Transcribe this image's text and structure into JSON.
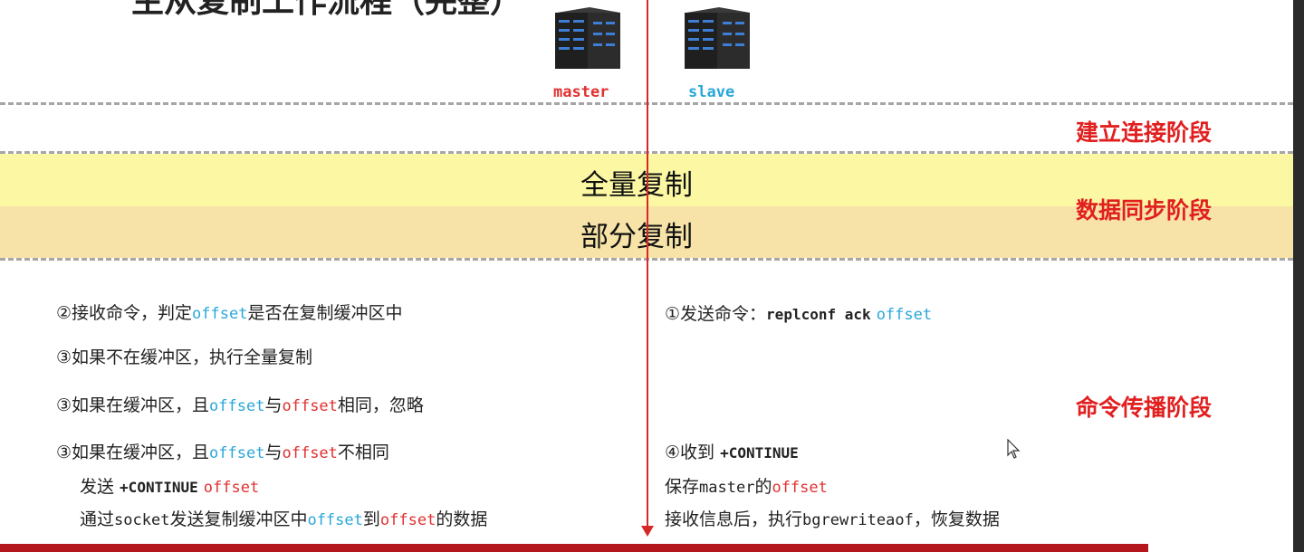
{
  "title": "主从复制工作流程（完整）",
  "servers": {
    "master": "master",
    "slave": "slave"
  },
  "bands": {
    "full": "全量复制",
    "partial": "部分复制"
  },
  "phases": {
    "connect": "建立连接阶段",
    "sync": "数据同步阶段",
    "propagate": "命令传播阶段"
  },
  "left": {
    "l1": {
      "pre": "②接收命令，判定",
      "offset": "offset",
      "post": "是否在复制缓冲区中"
    },
    "l2": "③如果不在缓冲区，执行全量复制",
    "l3": {
      "pre": "③如果在缓冲区，且",
      "o1": "offset",
      "mid": "与",
      "o2": "offset",
      "post": "相同，忽略"
    },
    "l4": {
      "pre": "③如果在缓冲区，且",
      "o1": "offset",
      "mid": "与",
      "o2": "offset",
      "post": "不相同"
    },
    "l5": {
      "pre": "发送 ",
      "cmd": "+CONTINUE",
      "offset": "offset"
    },
    "l6": {
      "pre": "通过",
      "socket": "socket",
      "mid": "发送复制缓冲区中",
      "o1": "offset",
      "to": "到",
      "o2": "offset",
      "post": "的数据"
    }
  },
  "right": {
    "r1": {
      "pre": "①发送命令：",
      "cmd": "replconf ack",
      "offset": "offset"
    },
    "r2": {
      "pre": "④收到 ",
      "cmd": "+CONTINUE"
    },
    "r3": {
      "pre": "保存",
      "master": "master",
      "mid": "的",
      "offset": "offset"
    },
    "r4": {
      "pre": "接收信息后，执行",
      "cmd": "bgrewriteaof",
      "post": "，恢复数据"
    }
  },
  "colors": {
    "accent_red": "#e11f1f",
    "offset_blue": "#2aa7d9",
    "offset_red": "#e03131",
    "band_yellow": "#fbf7a3",
    "band_orange": "#f7e3a7"
  }
}
